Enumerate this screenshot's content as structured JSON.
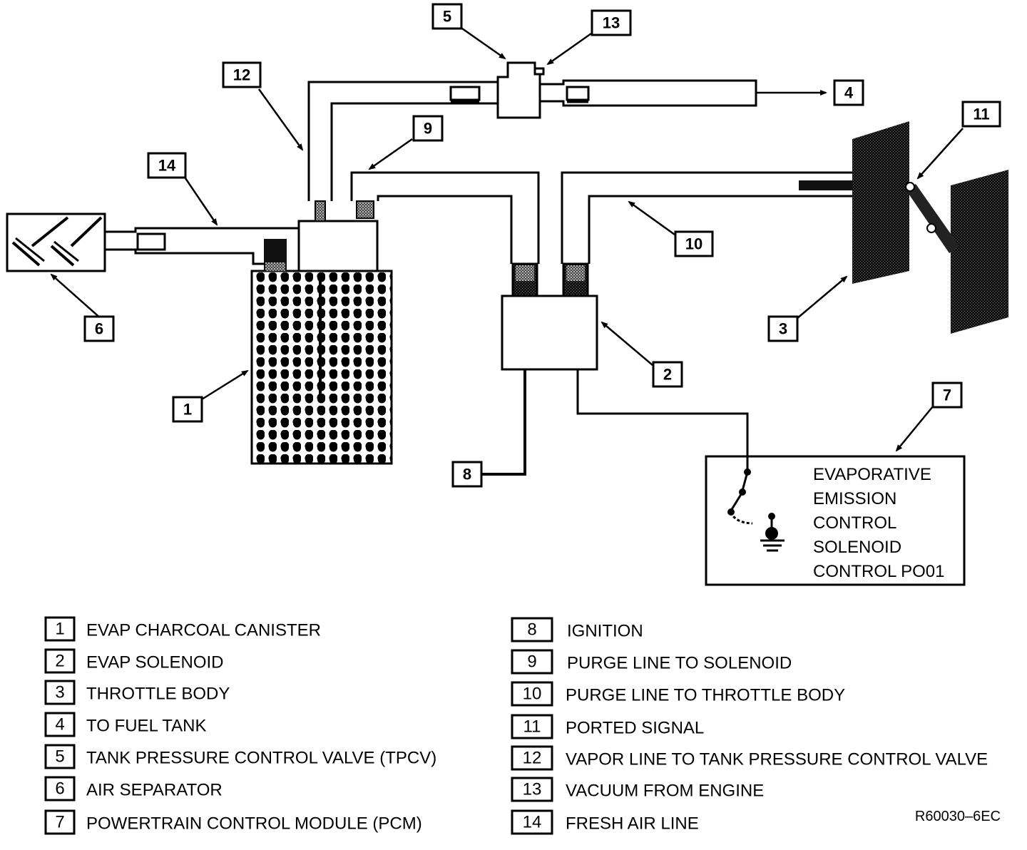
{
  "callouts": {
    "c1": "1",
    "c2": "2",
    "c3": "3",
    "c4": "4",
    "c5": "5",
    "c6": "6",
    "c7": "7",
    "c8": "8",
    "c9": "9",
    "c10": "10",
    "c11": "11",
    "c12": "12",
    "c13": "13",
    "c14": "14"
  },
  "pcm_box": {
    "line1": "EVAPORATIVE",
    "line2": "EMISSION",
    "line3": "CONTROL",
    "line4": "SOLENOID",
    "line5": "CONTROL PO01"
  },
  "legend_left": [
    {
      "num": "1",
      "label": "EVAP CHARCOAL CANISTER"
    },
    {
      "num": "2",
      "label": "EVAP SOLENOID"
    },
    {
      "num": "3",
      "label": "THROTTLE BODY"
    },
    {
      "num": "4",
      "label": "TO FUEL TANK"
    },
    {
      "num": "5",
      "label": "TANK PRESSURE CONTROL VALVE (TPCV)"
    },
    {
      "num": "6",
      "label": "AIR SEPARATOR"
    },
    {
      "num": "7",
      "label": "POWERTRAIN CONTROL MODULE (PCM)"
    }
  ],
  "legend_right": [
    {
      "num": "8",
      "label": "IGNITION"
    },
    {
      "num": "9",
      "label": "PURGE LINE TO SOLENOID"
    },
    {
      "num": "10",
      "label": "PURGE LINE TO THROTTLE BODY"
    },
    {
      "num": "11",
      "label": "PORTED SIGNAL"
    },
    {
      "num": "12",
      "label": "VAPOR LINE TO TANK PRESSURE CONTROL VALVE"
    },
    {
      "num": "13",
      "label": "VACUUM FROM ENGINE"
    },
    {
      "num": "14",
      "label": "FRESH AIR LINE"
    }
  ],
  "reference_code": "R60030–6EC"
}
